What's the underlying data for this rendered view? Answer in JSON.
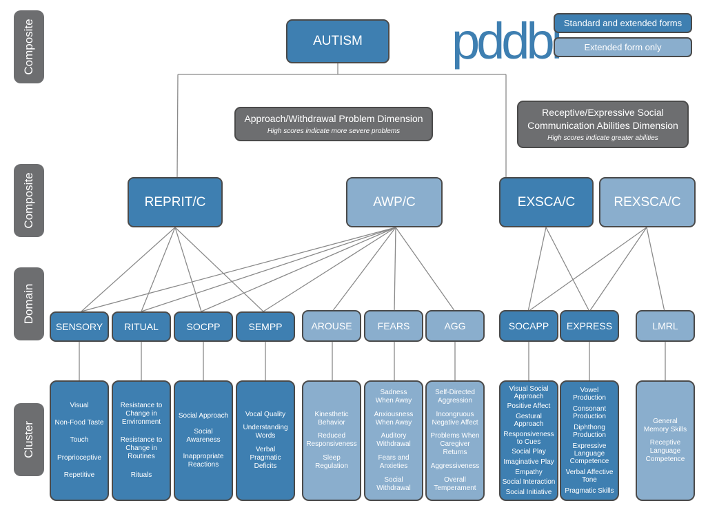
{
  "side_labels": [
    "Composite",
    "Composite",
    "Domain",
    "Cluster"
  ],
  "logo": "pddbi",
  "logo_tm": "™",
  "legend": {
    "standard": "Standard and extended forms",
    "extended": "Extended form only"
  },
  "top": "AUTISM",
  "dim1": {
    "title": "Approach/Withdrawal Problem Dimension",
    "sub": "High scores indicate more severe problems"
  },
  "dim2": {
    "title1": "Receptive/Expressive Social",
    "title2": "Communication Abilities Dimension",
    "sub": "High scores indicate greater abilities"
  },
  "composites": [
    "REPRIT/C",
    "AWP/C",
    "EXSCA/C",
    "REXSCA/C"
  ],
  "domains": [
    "SENSORY",
    "RITUAL",
    "SOCPP",
    "SEMPP",
    "AROUSE",
    "FEARS",
    "AGG",
    "SOCAPP",
    "EXPRESS",
    "LMRL"
  ],
  "clusters": [
    [
      "Visual",
      "Non-Food Taste",
      "Touch",
      "Proprioceptive",
      "Repetitive"
    ],
    [
      "Resistance to\nChange in\nEnvironment",
      "Resistance to\nChange in\nRoutines",
      "Rituals"
    ],
    [
      "Social Approach",
      "Social Awareness",
      "Inappropriate\nReactions"
    ],
    [
      "Vocal Quality",
      "Understanding\nWords",
      "Verbal Pragmatic\nDeficits"
    ],
    [
      "Kinesthetic\nBehavior",
      "Reduced\nResponsiveness",
      "Sleep Regulation"
    ],
    [
      "Sadness\nWhen Away",
      "Anxiousness\nWhen Away",
      "Auditory\nWithdrawal",
      "Fears and\nAnxieties",
      "Social\nWithdrawal"
    ],
    [
      "Self-Directed\nAggression",
      "Incongruous\nNegative Affect",
      "Problems When\nCaregiver\nReturns",
      "Aggressiveness",
      "Overall\nTemperament"
    ],
    [
      "Visual Social\nApproach",
      "Positive Affect",
      "Gestural\nApproach",
      "Responsiveness\nto Cues",
      "Social Play",
      "Imaginative Play",
      "Empathy",
      "Social Interaction",
      "Social Initiative"
    ],
    [
      "Vowel\nProduction",
      "Consonant\nProduction",
      "Diphthong\nProduction",
      "Expressive\nLanguage\nCompetence",
      "Verbal Affective\nTone",
      "Pragmatic Skills"
    ],
    [
      "General\nMemory Skills",
      "Receptive\nLanguage\nCompetence"
    ]
  ],
  "colors": {
    "standard": "#3e7fb1",
    "extended": "#8aaecd",
    "side": "#6d6e70",
    "outline": "#4a4a4a"
  }
}
